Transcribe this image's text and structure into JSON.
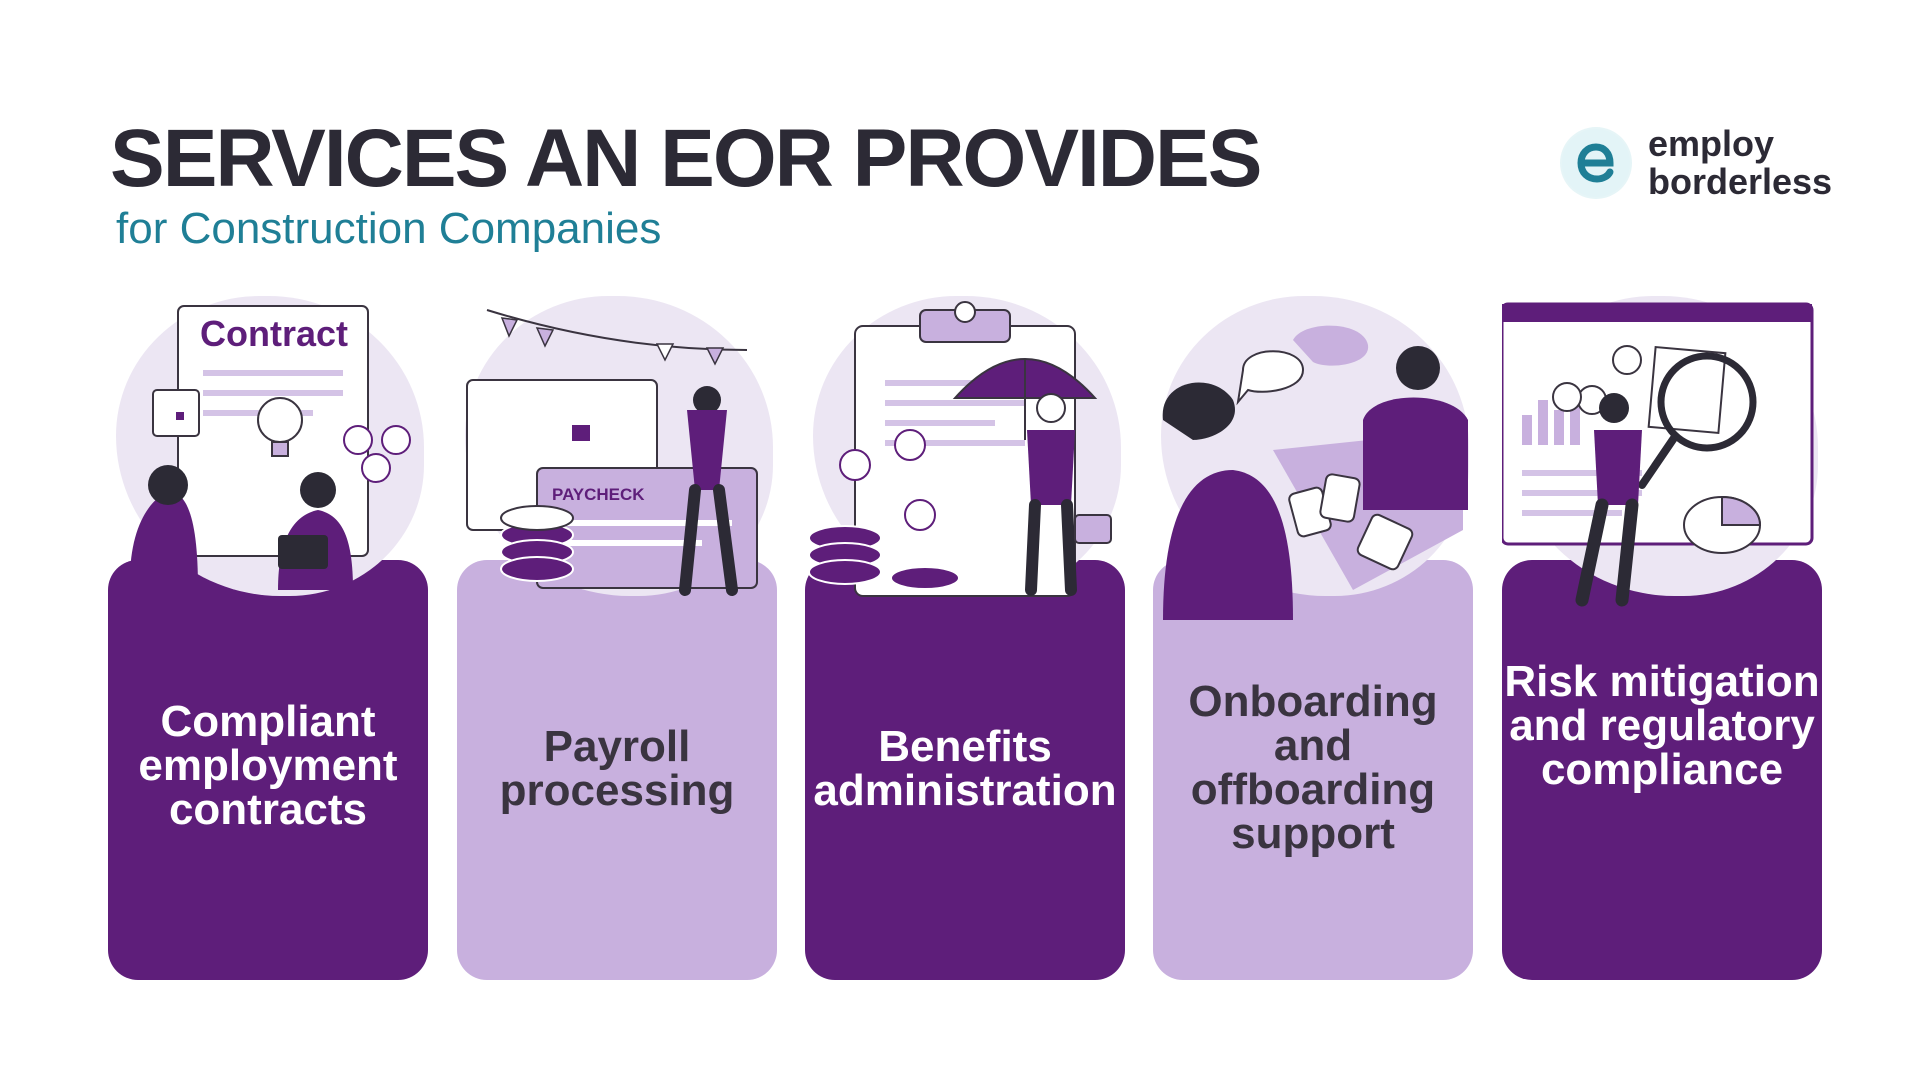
{
  "header": {
    "title": "SERVICES AN EOR PROVIDES",
    "subtitle": "for Construction Companies"
  },
  "logo": {
    "line1": "employ",
    "line2": "borderless",
    "mark_letter": "e",
    "icon": "employ-borderless-logo-icon"
  },
  "colors": {
    "dark_purple": "#5e1e7a",
    "light_purple": "#c8b0de",
    "title": "#2c2a35",
    "subtitle": "#1f7f96"
  },
  "cards": [
    {
      "label": "Compliant employment contracts",
      "illustration_text": "Contract",
      "theme": "dark",
      "icon": "contract-meeting-illustration"
    },
    {
      "label": "Payroll processing",
      "illustration_text": "PAYCHECK",
      "theme": "light",
      "icon": "paycheck-celebration-illustration"
    },
    {
      "label": "Benefits administration",
      "illustration_text": "",
      "theme": "dark",
      "icon": "umbrella-benefits-illustration"
    },
    {
      "label": "Onboarding and offboarding support",
      "illustration_text": "",
      "theme": "light",
      "icon": "onboarding-conversation-illustration"
    },
    {
      "label": "Risk mitigation and regulatory compliance",
      "illustration_text": "",
      "theme": "dark",
      "icon": "magnifier-analytics-illustration"
    }
  ]
}
